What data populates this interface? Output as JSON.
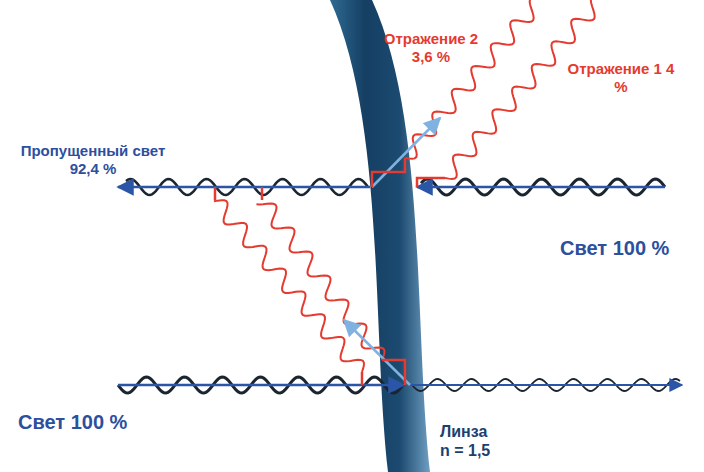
{
  "diagram": {
    "labels": [
      "Отражение 2 3,6 %",
      "Отражение 1 4 %",
      "Пропущенный свет 92,4 %",
      "Свет 100 %",
      "Свет 100 %",
      "Линза n = 1,5"
    ]
  }
}
